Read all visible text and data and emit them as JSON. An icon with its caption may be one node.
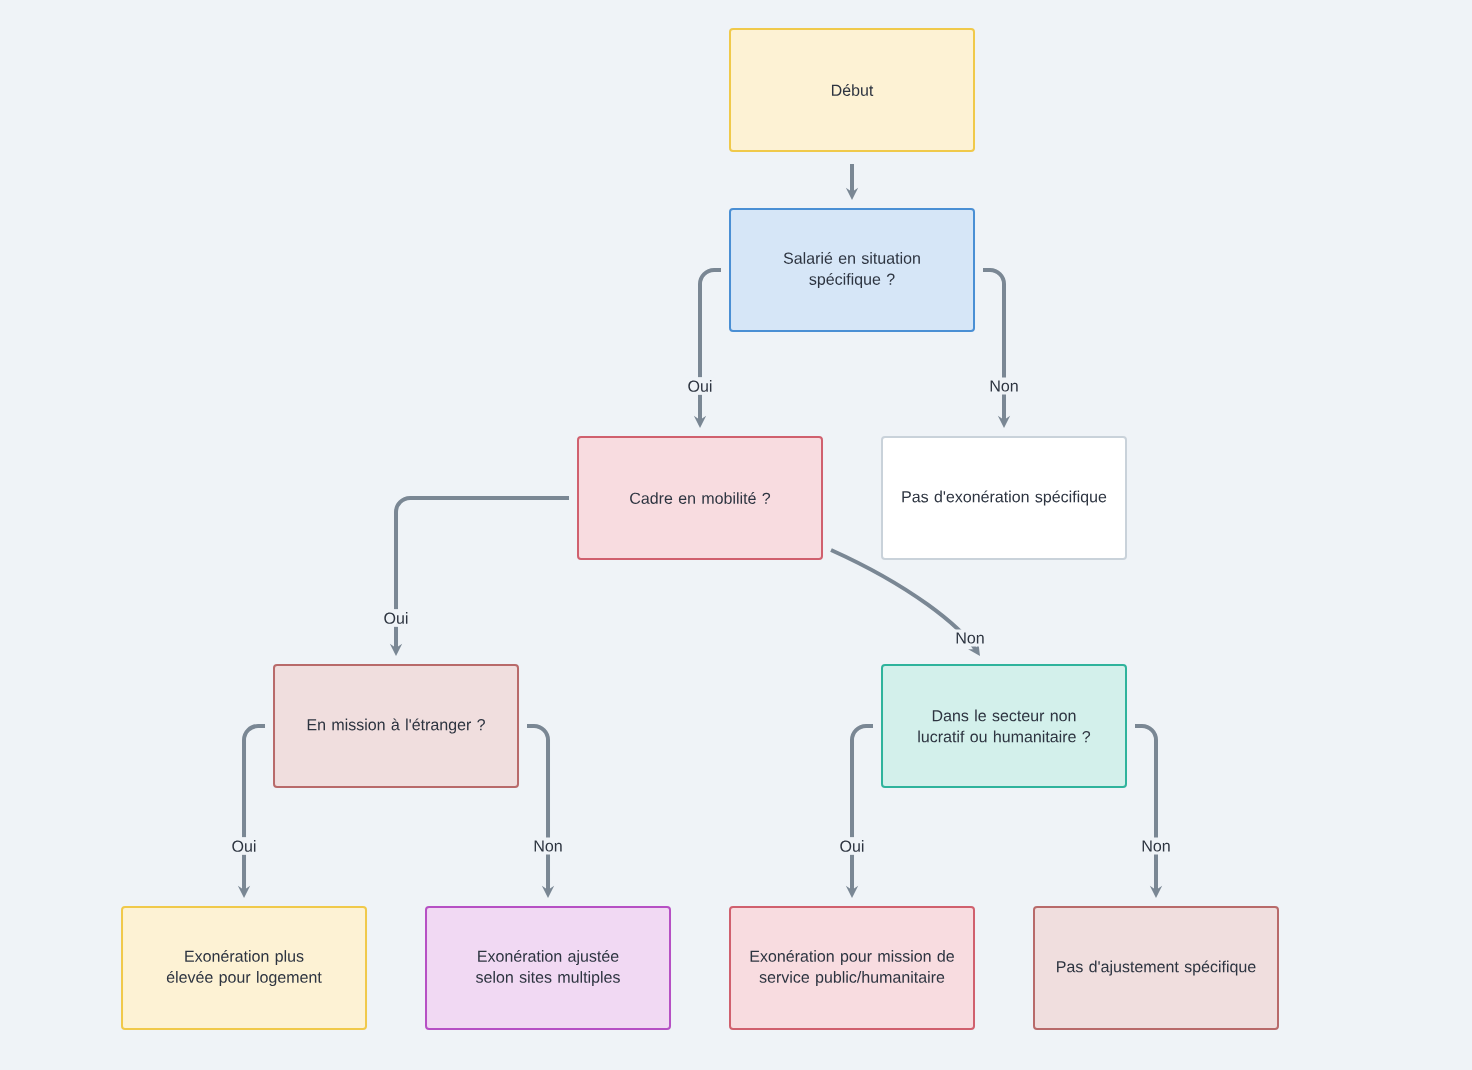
{
  "diagram": {
    "nodes": [
      {
        "text": [
          "Début"
        ]
      },
      {
        "text": [
          "Salarié en situation spécifique ?"
        ]
      },
      {
        "text": [
          "Cadre en mobilité ?"
        ]
      },
      {
        "text": [
          "Pas d'exonération spécifique"
        ]
      },
      {
        "text": [
          "En mission à l'étranger ?"
        ]
      },
      {
        "text": [
          "Dans le secteur non lucratif ou humanitaire ?"
        ]
      },
      {
        "text": [
          "Exonération plus élevée pour logement"
        ]
      },
      {
        "text": [
          "Exonération ajustée selon sites multiples"
        ]
      },
      {
        "text": [
          "Exonération pour mission de service public/humanitaire"
        ]
      },
      {
        "text": [
          "Pas d'ajustement spécifique"
        ]
      }
    ],
    "edges": [
      {
        "from": 0,
        "to": 1,
        "arrow": "to"
      },
      {
        "from": 1,
        "to": 2,
        "arrow": "to",
        "label": "Oui"
      },
      {
        "from": 1,
        "to": 3,
        "arrow": "to",
        "label": "Non"
      },
      {
        "from": 2,
        "to": 4,
        "arrow": "to",
        "label": "Oui"
      },
      {
        "from": 2,
        "to": 5,
        "arrow": "to",
        "label": "Non"
      },
      {
        "from": 4,
        "to": 6,
        "arrow": "to",
        "label": "Oui"
      },
      {
        "from": 4,
        "to": 7,
        "arrow": "to",
        "label": "Non"
      },
      {
        "from": 5,
        "to": 8,
        "arrow": "to",
        "label": "Oui"
      },
      {
        "from": 5,
        "to": 9,
        "arrow": "to",
        "label": "Non"
      }
    ]
  }
}
